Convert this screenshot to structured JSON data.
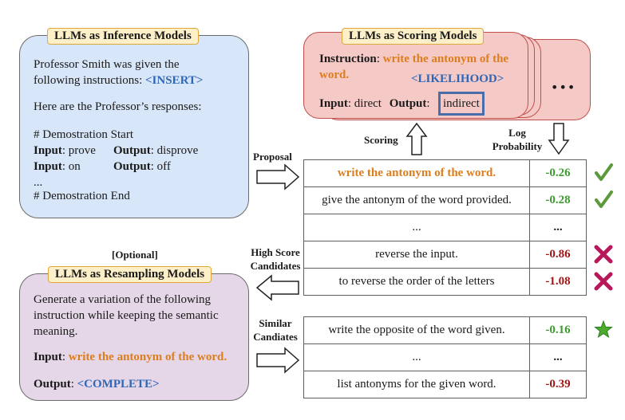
{
  "inference": {
    "title": "LLMs as Inference Models",
    "line1": "Professor Smith was given the",
    "line2_prefix": "following instructions: ",
    "line2_tag": "<INSERT>",
    "line3": "Here are the Professor’s responses:",
    "demo_start": "# Demostration Start",
    "examples": [
      {
        "input_label": "Input",
        "input": ": prove",
        "output_label": "Output",
        "output": ": disprove"
      },
      {
        "input_label": "Input",
        "input": ": on",
        "output_label": "Output",
        "output": ": off"
      }
    ],
    "ellipsis": "...",
    "demo_end": "# Demostration End"
  },
  "scoring": {
    "title": "LLMs as Scoring Models",
    "instruction_label": "Instruction",
    "instruction_colon": ": ",
    "instruction_line1": "write the antonym of the",
    "instruction_line2": "word.",
    "tag": "<LIKELIHOOD>",
    "input_label": "Input",
    "input_value": ": direct",
    "output_label": "Output",
    "output_colon": ":",
    "output_value": "indirect",
    "more": "•••"
  },
  "resampling": {
    "optional": "[Optional]",
    "title": "LLMs as Resampling Models",
    "line1": "Generate a variation of the following",
    "line2": "instruction while keeping the semantic",
    "line3": "meaning.",
    "input_label": "Input",
    "input_colon": ": ",
    "input_value": "write the antonym of the word.",
    "output_label": "Output",
    "output_colon": ": ",
    "output_tag": "<COMPLETE>"
  },
  "labels": {
    "proposal": "Proposal",
    "scoring": "Scoring",
    "log_prob_line1": "Log",
    "log_prob_line2": "Probability",
    "high_score_line1": "High Score",
    "high_score_line2": "Candidates",
    "similar_line1": "Similar",
    "similar_line2": "Candiates"
  },
  "candidates": [
    {
      "text": "write the antonym of the word.",
      "score": "-0.26",
      "text_style": "orange",
      "score_color": "green",
      "mark": "check"
    },
    {
      "text": "give the antonym of the word provided.",
      "score": "-0.28",
      "text_style": "plain",
      "score_color": "green",
      "mark": "check"
    },
    {
      "text": "...",
      "score": "...",
      "text_style": "plain",
      "score_color": "plain",
      "mark": ""
    },
    {
      "text": "reverse the input.",
      "score": "-0.86",
      "text_style": "plain",
      "score_color": "red",
      "mark": "cross"
    },
    {
      "text": "to reverse the order of the letters",
      "score": "-1.08",
      "text_style": "plain",
      "score_color": "red",
      "mark": "cross"
    }
  ],
  "similar_candidates": [
    {
      "text": "write the opposite of the word given.",
      "score": "-0.16",
      "score_color": "green",
      "mark": "star"
    },
    {
      "text": "...",
      "score": "...",
      "score_color": "plain",
      "mark": ""
    },
    {
      "text": "list antonyms for the given word.",
      "score": "-0.39",
      "score_color": "red",
      "mark": ""
    }
  ],
  "colors": {
    "inference_bg": "#d7e6f8",
    "scoring_bg": "#f5c9c5",
    "scoring_border": "#c0504d",
    "resampling_bg": "#e5d6e8",
    "title_bg": "#fdf0c8",
    "check_green": "#5a9a3a",
    "cross_red": "#b8185a",
    "star_green": "#4caa2e"
  }
}
